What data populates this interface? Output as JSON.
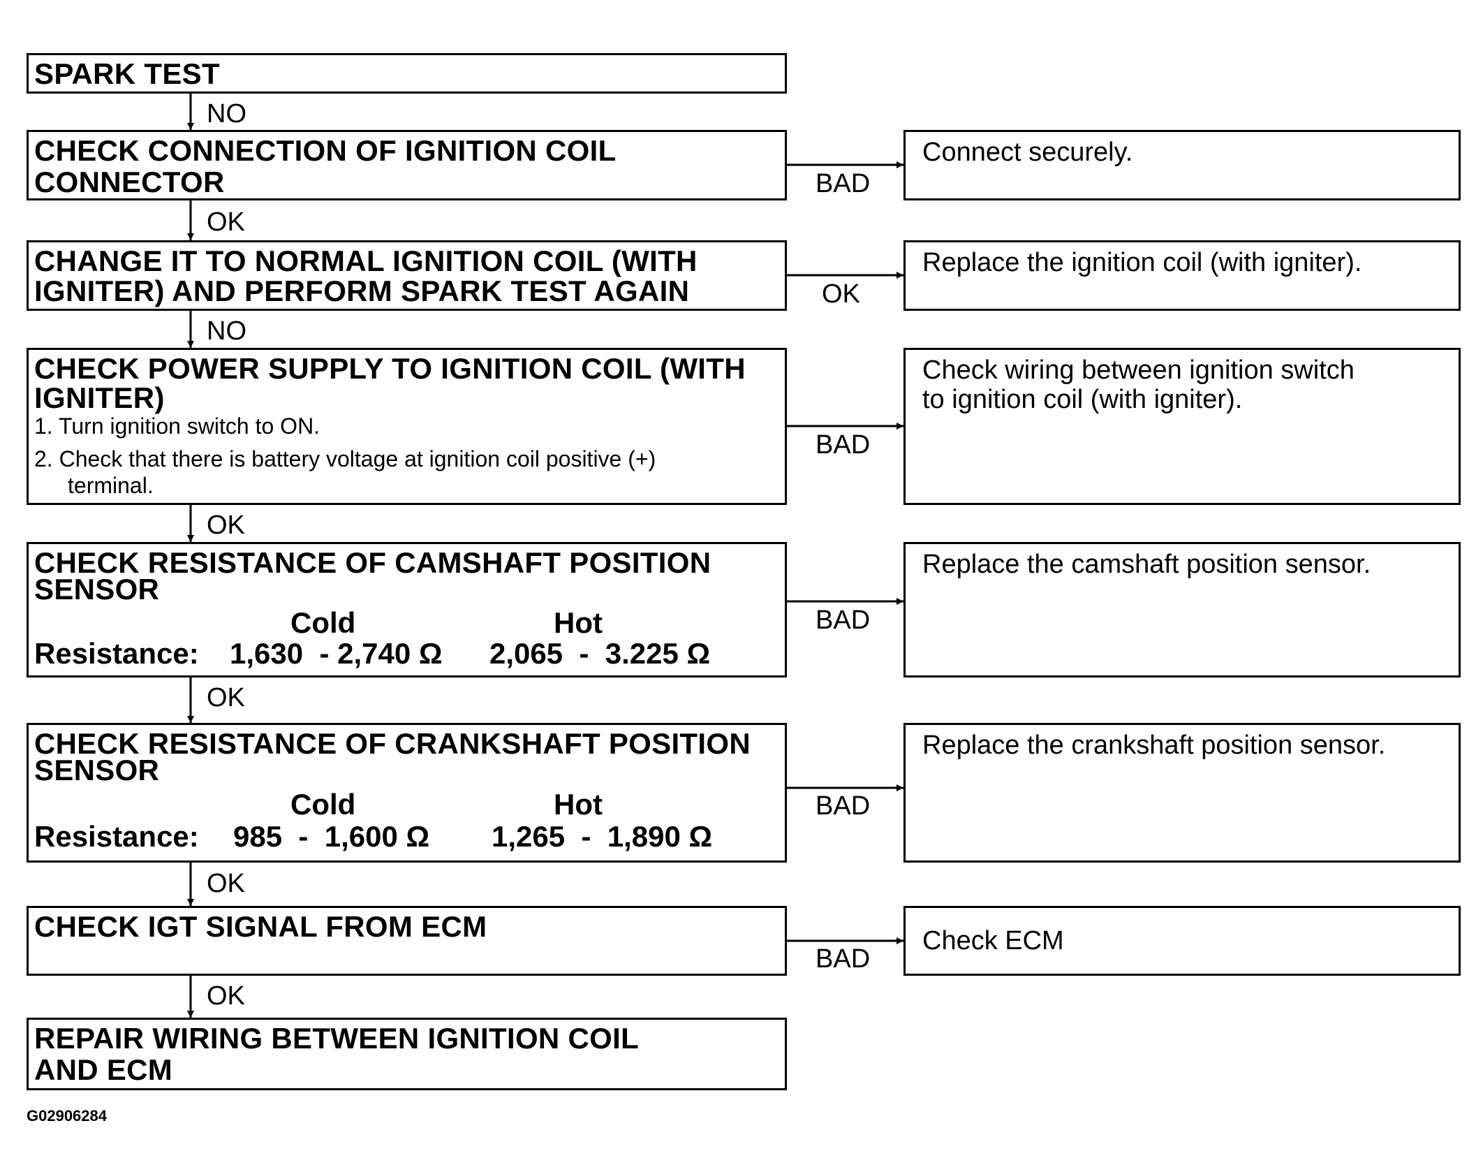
{
  "steps": {
    "spark_test": {
      "title": "SPARK TEST"
    },
    "check_connection": {
      "title_l1": "CHECK CONNECTION OF IGNITION COIL",
      "title_l2": "CONNECTOR"
    },
    "change_coil": {
      "title_l1": "CHANGE IT TO NORMAL IGNITION COIL (WITH",
      "title_l2": "IGNITER) AND PERFORM SPARK TEST AGAIN"
    },
    "check_power": {
      "title_l1": "CHECK POWER SUPPLY TO IGNITION COIL (WITH",
      "title_l2": "IGNITER)",
      "substep_1": "1. Turn ignition switch to ON.",
      "substep_2_l1": "2. Check that there is battery voltage at ignition coil positive (+)",
      "substep_2_l2": "terminal."
    },
    "check_camshaft": {
      "title_l1": "CHECK RESISTANCE OF CAMSHAFT POSITION",
      "title_l2": "SENSOR",
      "cold_label": "Cold",
      "hot_label": "Hot",
      "resistance_label": "Resistance:",
      "cold_range": "1,630  - 2,740 Ω",
      "hot_range": "2,065  -  3.225 Ω"
    },
    "check_crankshaft": {
      "title_l1": "CHECK RESISTANCE OF CRANKSHAFT POSITION",
      "title_l2": "SENSOR",
      "cold_label": "Cold",
      "hot_label": "Hot",
      "resistance_label": "Resistance:",
      "cold_range": "985  -  1,600 Ω",
      "hot_range": "1,265  -  1,890 Ω"
    },
    "check_igt": {
      "title": "CHECK IGT SIGNAL FROM ECM"
    },
    "repair_wiring": {
      "title_l1": "REPAIR WIRING BETWEEN IGNITION COIL",
      "title_l2": "AND ECM"
    }
  },
  "actions": {
    "connect_securely": "Connect securely.",
    "replace_coil": "Replace the ignition coil (with igniter).",
    "check_wiring_l1": "Check wiring between ignition switch",
    "check_wiring_l2": "to ignition coil (with igniter).",
    "replace_camshaft": "Replace the camshaft position sensor.",
    "replace_crankshaft": "Replace the crankshaft position sensor.",
    "check_ecm": "Check ECM"
  },
  "edges": {
    "spark_to_connection": "NO",
    "connection_to_change": "OK",
    "change_to_power": "NO",
    "power_to_camshaft": "OK",
    "camshaft_to_crankshaft": "OK",
    "crankshaft_to_igt": "OK",
    "igt_to_repair": "OK",
    "connection_to_action": "BAD",
    "change_to_action": "OK",
    "power_to_action": "BAD",
    "camshaft_to_action": "BAD",
    "crankshaft_to_action": "BAD",
    "igt_to_action": "BAD"
  },
  "figure_id": "G02906284"
}
